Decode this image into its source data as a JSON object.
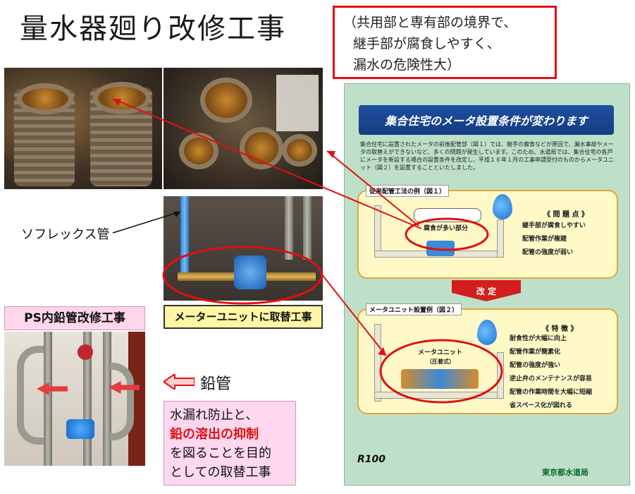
{
  "title": "量水器廻り改修工事",
  "callout": {
    "lines": [
      "（共用部と専有部の境界で、",
      "継手部が腐食しやすく、",
      "漏水の危険性大）"
    ]
  },
  "labels": {
    "soflex": "ソフレックス管",
    "ps_lead": "PS内鉛管改修工事",
    "meter_unit": "メーターユニットに取替工事",
    "lead_pipe": "鉛管"
  },
  "note": {
    "line1": "水漏れ防止と、",
    "line2_red": "鉛の溶出の抑制",
    "line3": "を図ることを目的",
    "line4": "としての取替工事"
  },
  "poster": {
    "banner": "集合住宅のメータ設置条件が変わります",
    "intro": "集合住宅に設置されたメータの前後配管部（図１）では、継手の腐食などが原因で、漏水事故やメータの取替えができないなど、多くの問題が発生しています。このため、水道局では、集合住宅の各戸にメータを新設する場合の設置条件を改定し、平成１６年１月の工事申請受付のものからメータユニット（図２）を設置することといたしました。",
    "old_title": "従来配管工法の例（図１）",
    "old_issue_heading": "《 問 題 点 》",
    "old_issues": [
      "継手部が腐食しやすい",
      "配管作業が複雑",
      "配管の強度が弱い"
    ],
    "old_bubble": "腐食が多い部分",
    "change": "改 定",
    "new_title": "メータユニット設置例（図２）",
    "new_feature_heading": "《 特 徴 》",
    "new_features": [
      "耐食性が大幅に向上",
      "配管作業が簡素化",
      "配管の強度が強い",
      "逆止弁のメンテナンスが容易",
      "配管の作業時間を大幅に短縮",
      "省スペース化が図れる"
    ],
    "unit_label": "メータユニット",
    "unit_sub": "（圧着式）",
    "footer_mark": "R100",
    "footer_org": "東京都水道局"
  },
  "colors": {
    "accent_red": "#e01010",
    "poster_bg": "#bfe0c8",
    "banner_blue": "#1e4fa0",
    "label_pink": "#ffd6ec",
    "label_yellow": "#fff6a6"
  }
}
